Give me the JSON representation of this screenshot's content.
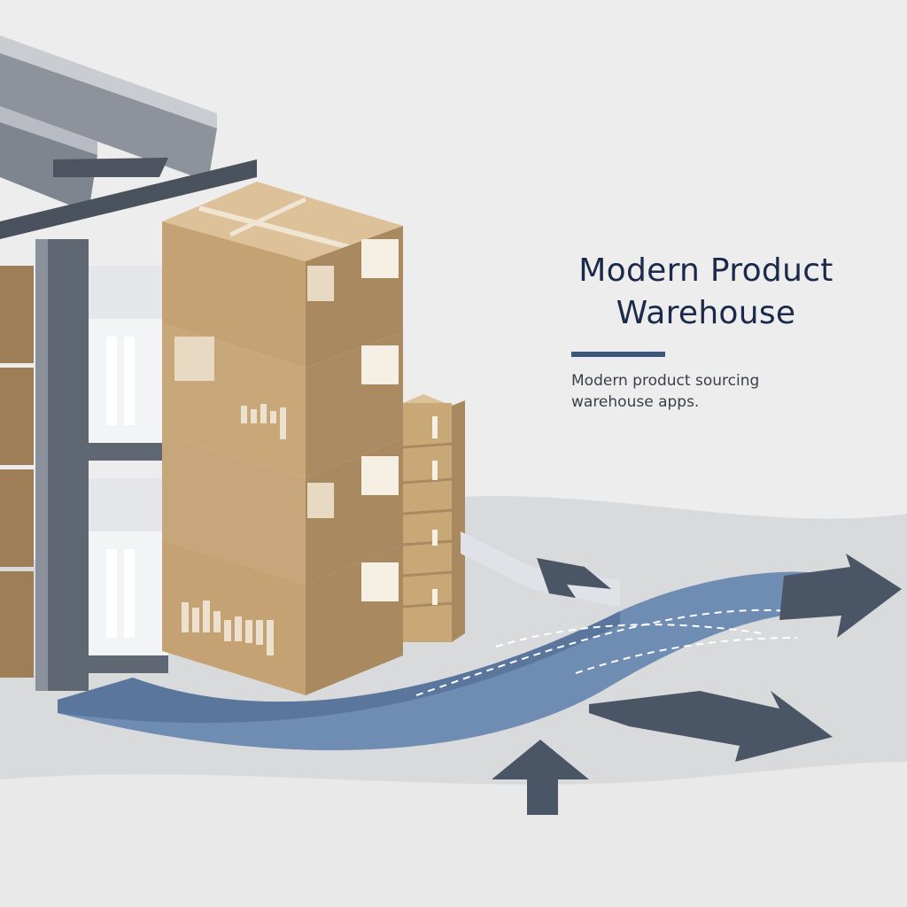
{
  "title": {
    "line1": "Modern Product",
    "line2": "Warehouse"
  },
  "subtitle": {
    "line1": "Modern product sourcing",
    "line2": "warehouse apps."
  },
  "colors": {
    "background": "#ededed",
    "title": "#1b2a4a",
    "accent_rule": "#3e5580",
    "box_front": "#c6a67a",
    "box_side": "#a98a60",
    "box_top": "#dcc199",
    "conveyor": "#6f8db3",
    "arrows": "#4a5566",
    "rack": "#5b6470"
  },
  "icons": [
    "arrow-up-icon",
    "arrow-right-icon",
    "arrow-down-left-icon",
    "arrow-up-right-icon"
  ]
}
